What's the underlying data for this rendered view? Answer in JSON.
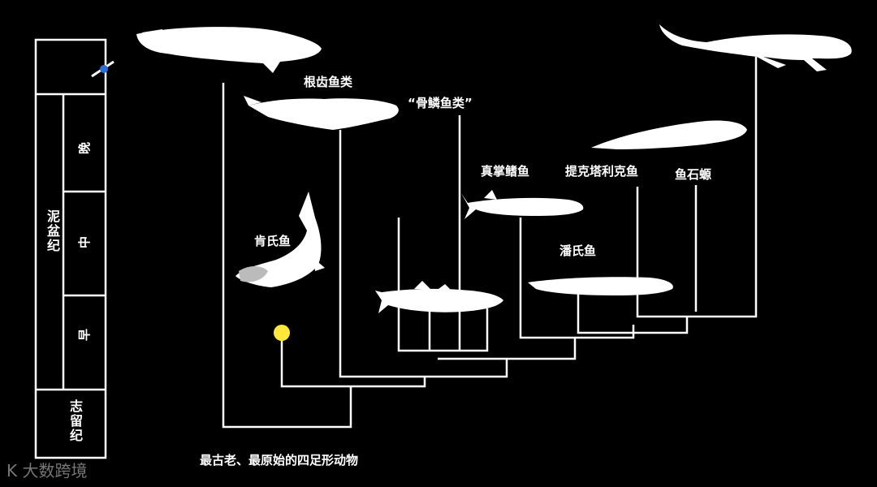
{
  "timeline": {
    "periods": [
      {
        "label": "泥盆纪"
      },
      {
        "label": "志留纪"
      }
    ],
    "epochs": [
      {
        "label": "晚"
      },
      {
        "label": "中"
      },
      {
        "label": "早"
      }
    ]
  },
  "taxa": [
    {
      "label": "根齿鱼类"
    },
    {
      "label": "“骨鳞鱼类”"
    },
    {
      "label": "真掌鳍鱼"
    },
    {
      "label": "提克塔利克鱼"
    },
    {
      "label": "鱼石螈"
    },
    {
      "label": "肯氏鱼"
    },
    {
      "label": "潘氏鱼"
    }
  ],
  "root_label": "最古老、最原始的四足形动物",
  "watermark": {
    "logo": "K",
    "text": "大数跨境"
  },
  "colors": {
    "background": "#000000",
    "line": "#ffffff",
    "highlight": "#ffe83a",
    "marker": "#2b6fd6"
  }
}
